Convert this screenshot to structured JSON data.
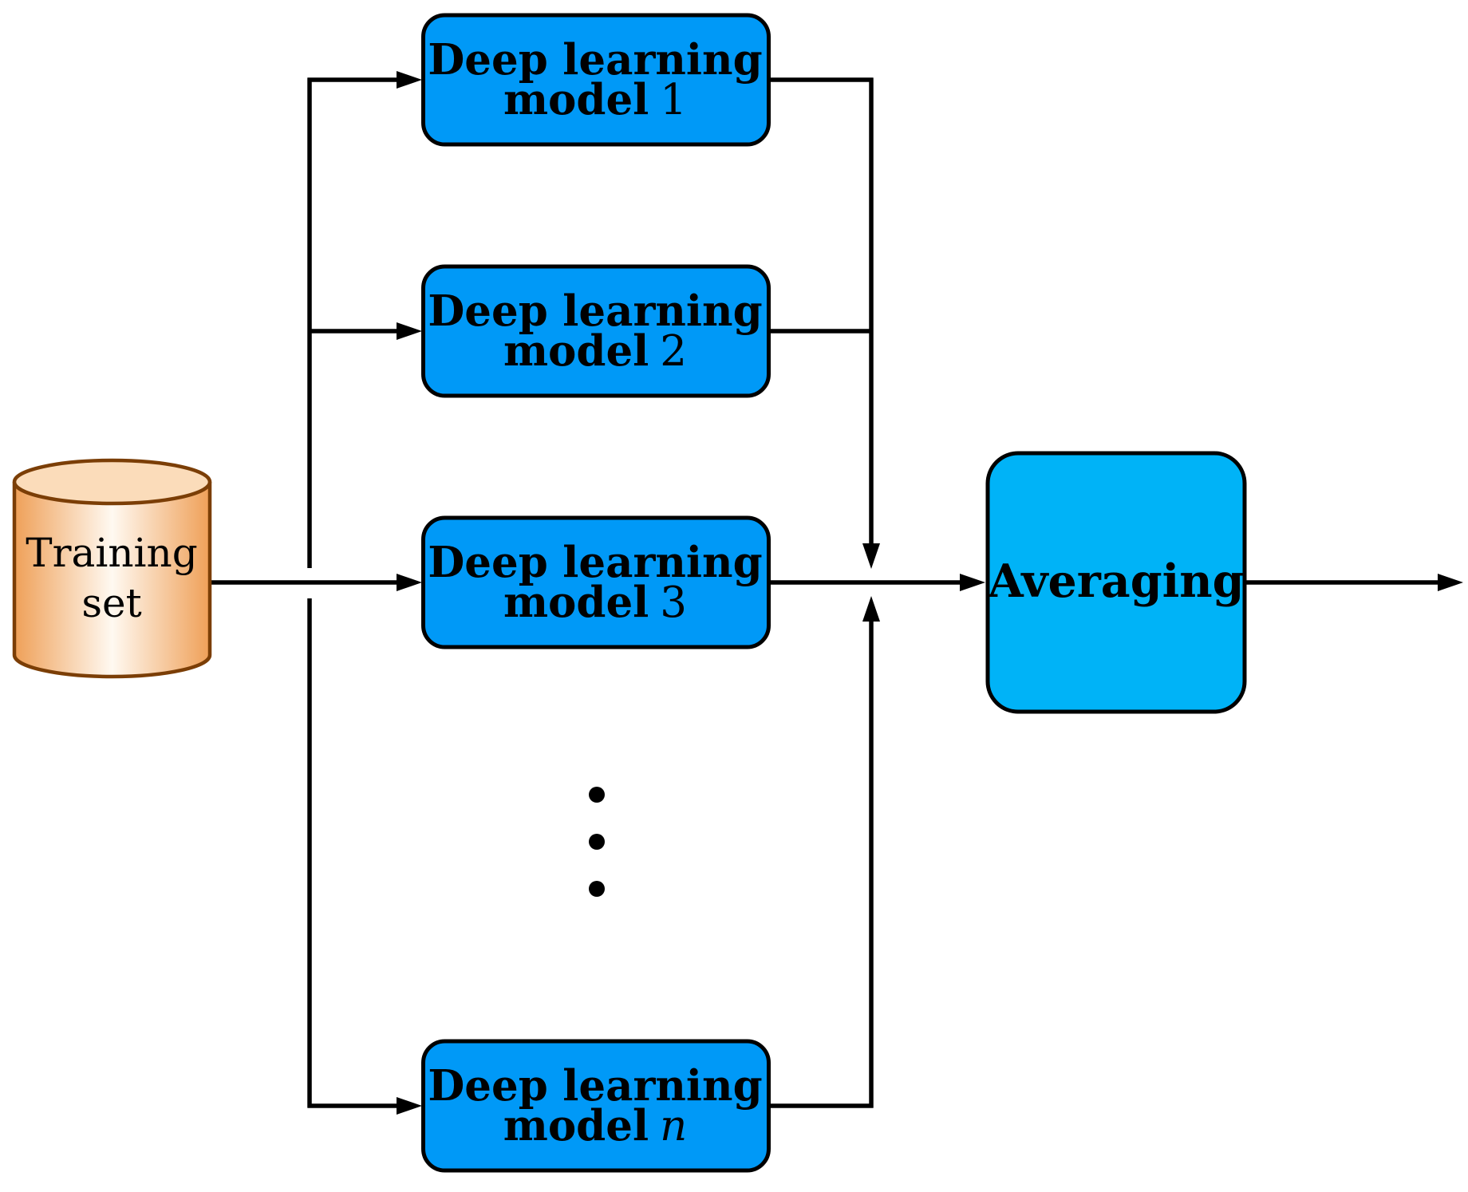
{
  "diagram": {
    "title_none": "",
    "background": "#ffffff",
    "line_color": "#000000",
    "training_set": {
      "label_line1": "Training",
      "label_line2": "set",
      "body_edge_color": "#efa058",
      "body_center_color": "#fff9f1",
      "top_fill": "#fbdcba",
      "outline": "#7b3e06"
    },
    "models": [
      {
        "line1": "Deep learning",
        "line2_prefix": "model",
        "index": "1"
      },
      {
        "line1": "Deep learning",
        "line2_prefix": "model",
        "index": "2"
      },
      {
        "line1": "Deep learning",
        "line2_prefix": "model",
        "index": "3"
      },
      {
        "line1": "Deep learning",
        "line2_prefix": "model",
        "index": "n"
      }
    ],
    "model_fill": "#0099f7",
    "averaging": {
      "label": "Averaging",
      "fill": "#00b3f7"
    },
    "ellipsis": {
      "dot_count": "3"
    }
  }
}
